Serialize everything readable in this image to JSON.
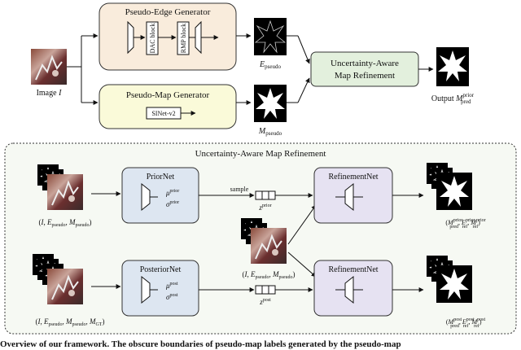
{
  "top": {
    "image_label": "Image",
    "image_var": "I",
    "edge_gen_title": "Pseudo-Edge Generator",
    "dac_block": "DAC block",
    "rmp_block": "RMP block",
    "map_gen_title": "Pseudo-Map Generator",
    "sinet": "SINet-v2",
    "e_pseudo": {
      "base": "E",
      "sub": "pseudo"
    },
    "m_pseudo": {
      "base": "M",
      "sub": "pseudo"
    },
    "refine_line1": "Uncertainty-Aware",
    "refine_line2": "Map Refinement",
    "output_label": "Output",
    "output_var": {
      "base": "M",
      "sup": "prior",
      "sub": "pred"
    }
  },
  "bottom": {
    "title": "Uncertainty-Aware Map Refinement",
    "prior_net": "PriorNet",
    "posterior_net": "PosteriorNet",
    "refinement_net": "RefinementNet",
    "mu_prior": {
      "base": "μ",
      "sup": "prior"
    },
    "sigma_prior": {
      "base": "σ",
      "sup": "prior"
    },
    "mu_post": {
      "base": "μ",
      "sup": "post"
    },
    "sigma_post": {
      "base": "σ",
      "sup": "post"
    },
    "sample": "sample",
    "z_prior": {
      "base": "z",
      "sup": "prior"
    },
    "z_post": {
      "base": "z",
      "sup": "post"
    },
    "input_prior": "(I, Epseudo, Mpseudo)",
    "input_post": "(I, Epseudo, Mpseudo, MGT)",
    "mid_input": "(I, Epseudo, Mpseudo)",
    "output_prior": "(Mpriorpred, Epriorref, Mpriorref)",
    "output_post": "(Mpostpred, Epostref, Mpostref)"
  },
  "caption": "Overview of our framework. The obscure boundaries of pseudo-map labels generated by the pseudo-map",
  "colors": {
    "edge_box": "#f9ecdc",
    "map_box": "#fafad9",
    "refine_box": "#e3f0dd",
    "net_blue": "#dde6f1",
    "net_purple": "#e6e2f2",
    "bottom_panel": "#f6f9f3"
  }
}
